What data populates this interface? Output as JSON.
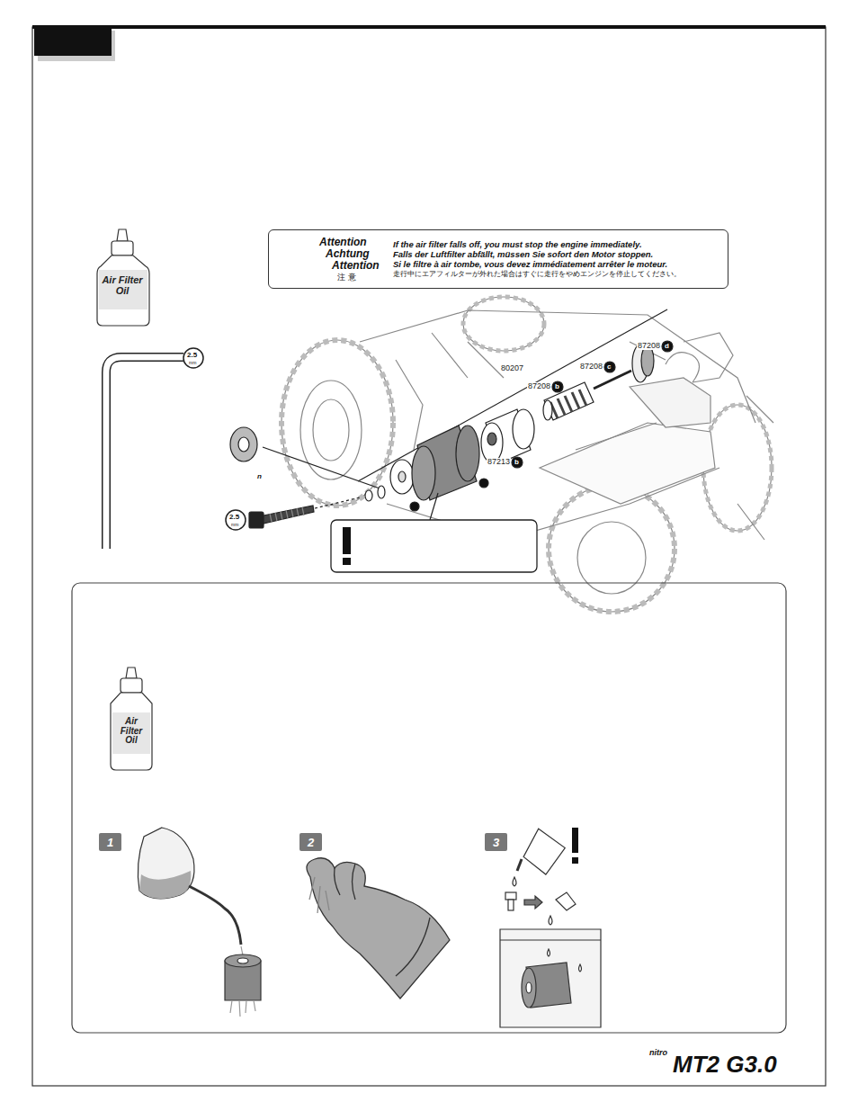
{
  "diagram": {
    "nodes": [
      {
        "text": [
          "Attention",
          "Achtung",
          "Attention",
          "注 意",
          "If the air filter falls off, you must stop the engine immediately.",
          "Falls der Luftfilter abfällt, müssen Sie sofort den Motor stoppen.",
          "Si le filtre à air tombe, vous devez immédiatement arrêter le moteur.",
          "走行中にエアフィルターが外れた場合はすぐに走行をやめエンジンを停止してください。"
        ]
      },
      {
        "text": [
          "1"
        ]
      },
      {
        "text": [
          "2"
        ]
      },
      {
        "text": [
          "3"
        ]
      }
    ],
    "labels": [
      "Air Filter Oil",
      "2.5",
      "mm",
      "n",
      "2.5",
      "mm",
      "87208",
      "d",
      "87208",
      "c",
      "80207",
      "87208",
      "b",
      "87213",
      "b",
      "Air Filter Oil",
      "nitro",
      "MT2 G3.0"
    ]
  }
}
